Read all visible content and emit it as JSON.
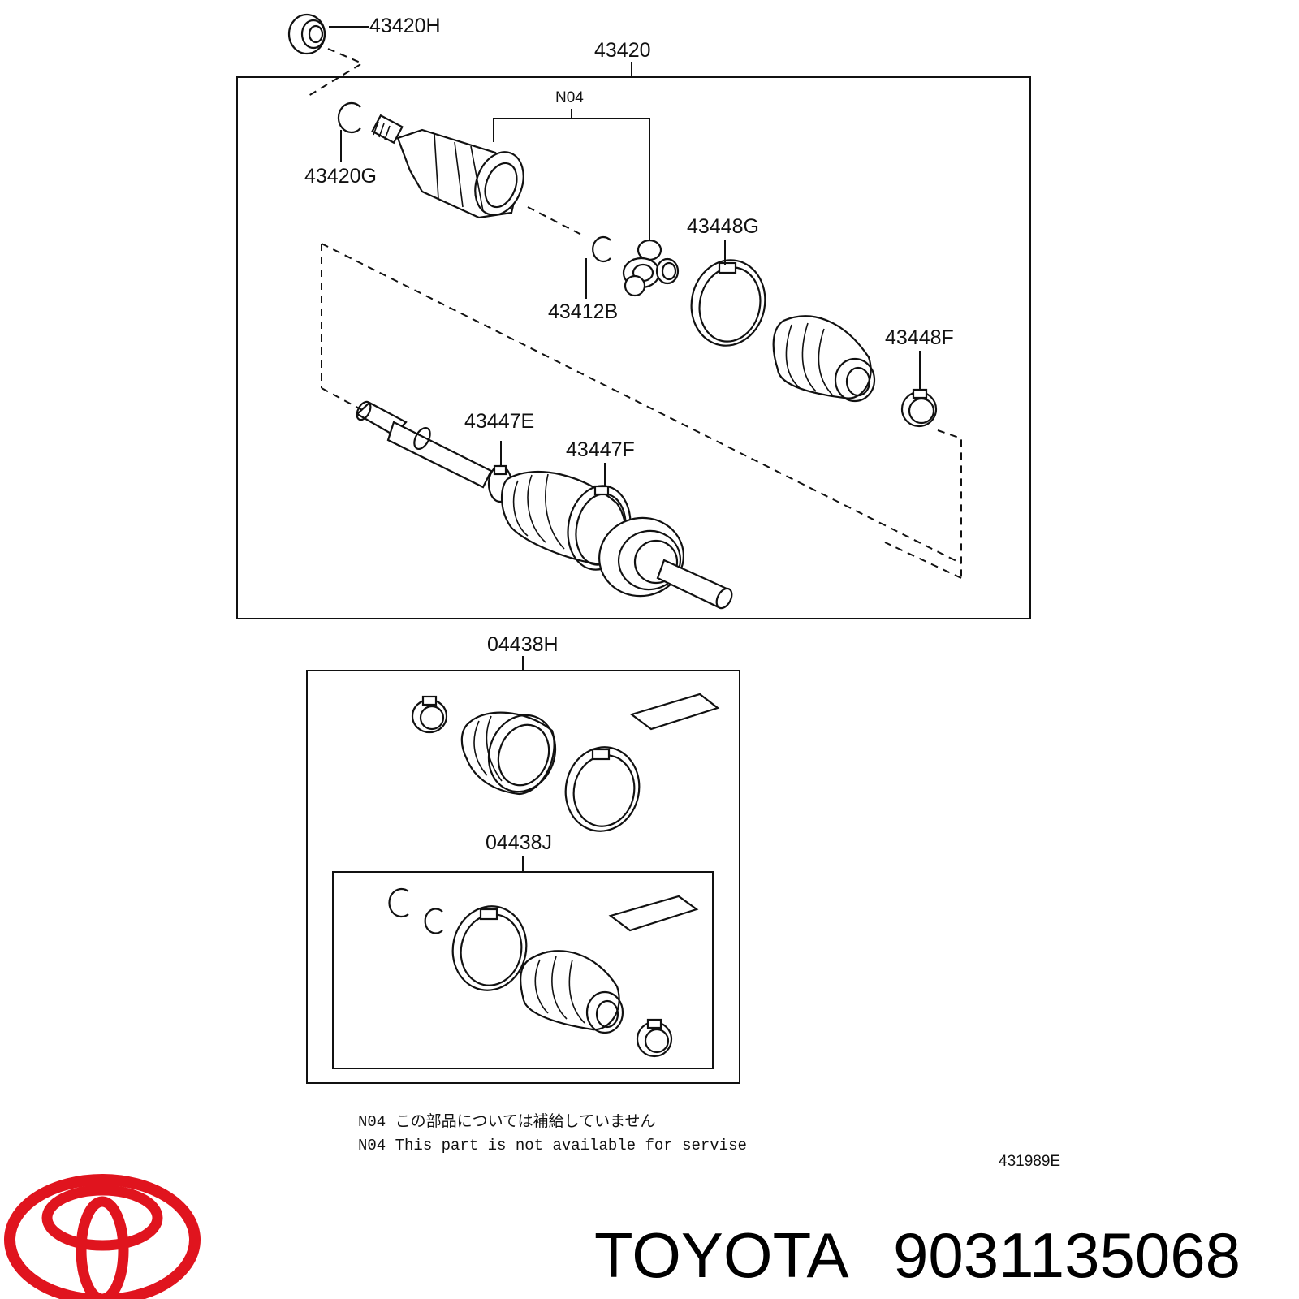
{
  "diagram": {
    "labels": {
      "p43420H": "43420H",
      "p43420": "43420",
      "pN04": "N04",
      "p43420G": "43420G",
      "p43448G": "43448G",
      "p43412B": "43412B",
      "p43448F": "43448F",
      "p43447E": "43447E",
      "p43447F": "43447F",
      "p04438H": "04438H",
      "p04438J": "04438J"
    },
    "notes": {
      "jp": "N04 この部品については補給していません",
      "en": "N04 This part is not available for servise"
    },
    "figure_code": "431989E"
  },
  "brand": {
    "name": "TOYOTA",
    "part_number": "9031135068",
    "logo_color": "#e0141e"
  }
}
